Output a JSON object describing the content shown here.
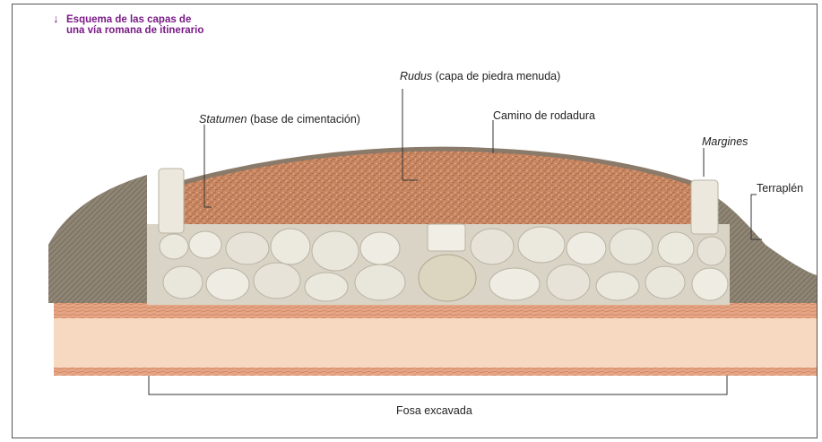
{
  "title": {
    "line1": "Esquema de las capas de",
    "line2": "una vía romana de itinerario",
    "icon": "down-arrow-icon"
  },
  "labels": {
    "rudus_term": "Rudus",
    "rudus_desc": " (capa de piedra menuda)",
    "statumen_term": "Statumen",
    "statumen_desc": " (base de cimentación)",
    "camino": "Camino de rodadura",
    "margines": "Margines",
    "terraplen": "Terraplén",
    "fosa": "Fosa excavada"
  },
  "colors": {
    "title": "#7a1a86",
    "rudus": "#c98762",
    "surface": "#8a7a6a",
    "stone": "#e9e6dc",
    "embankment": "#8f8574",
    "ground_light": "#f7d9c2",
    "ground_band": "#e0a07e"
  }
}
